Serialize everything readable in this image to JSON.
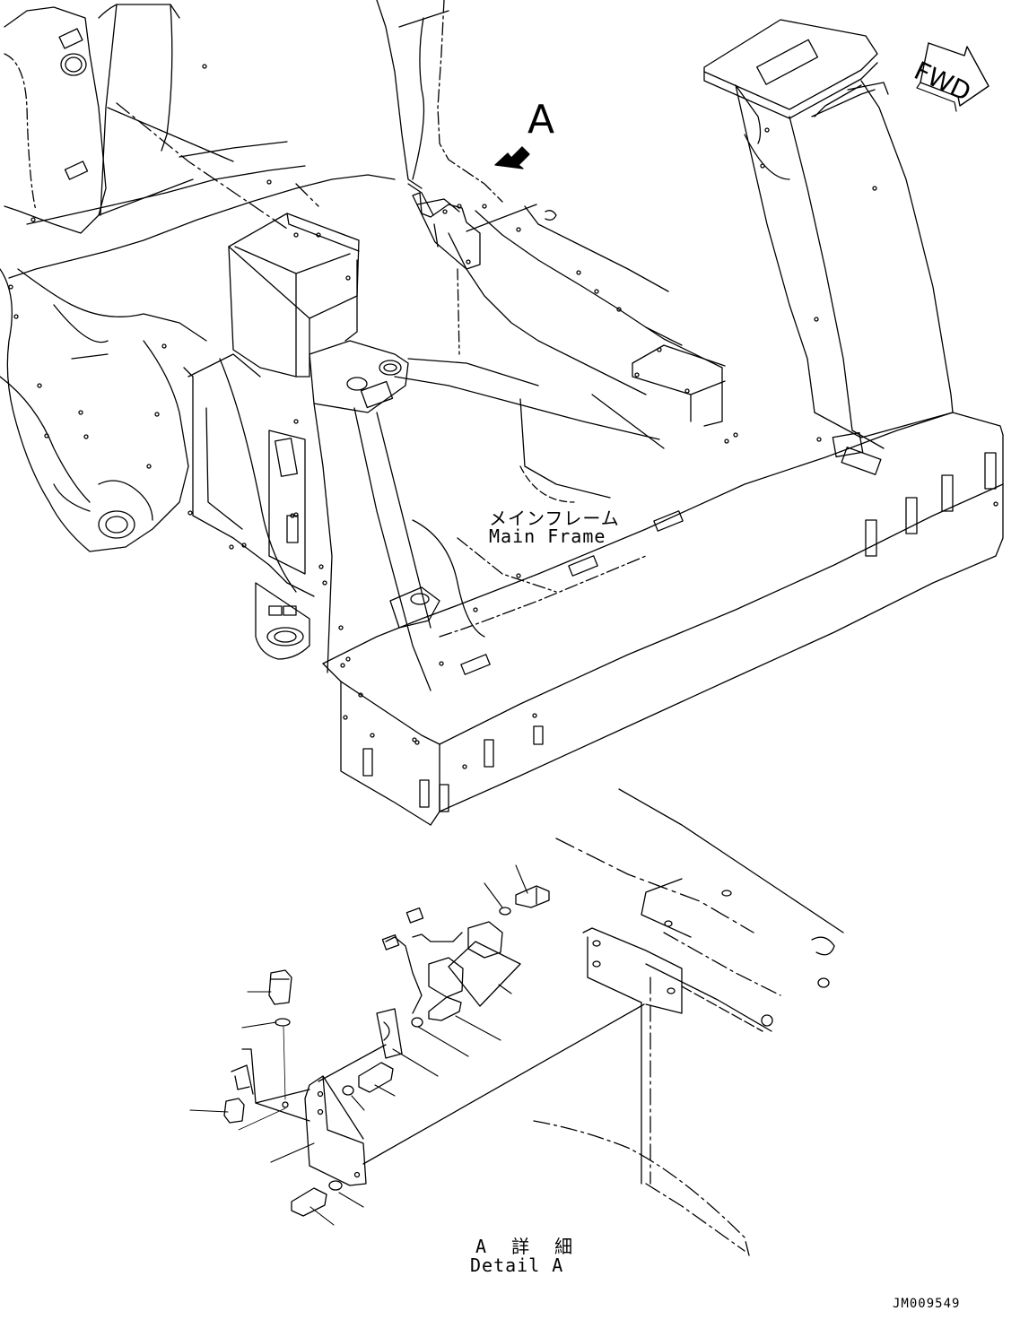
{
  "drawing": {
    "view_callout": "A",
    "fwd_label": "FWD",
    "main_frame_label_ja": "メインフレーム",
    "main_frame_label_en": "Main Frame",
    "detail_label_ja": "A 詳 細",
    "detail_label_en": "Detail A",
    "doc_number": "JM009549"
  }
}
